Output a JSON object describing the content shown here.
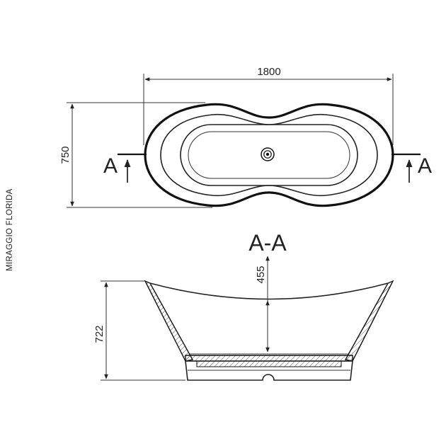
{
  "product_name": "MIRAGGIO FLORIDA",
  "top_view": {
    "length_label": "1800",
    "width_label": "750",
    "section_marker": "A",
    "drain_icon": "drain-icon"
  },
  "section_view": {
    "title": "A-A",
    "height_label": "722",
    "depth_label": "455"
  }
}
